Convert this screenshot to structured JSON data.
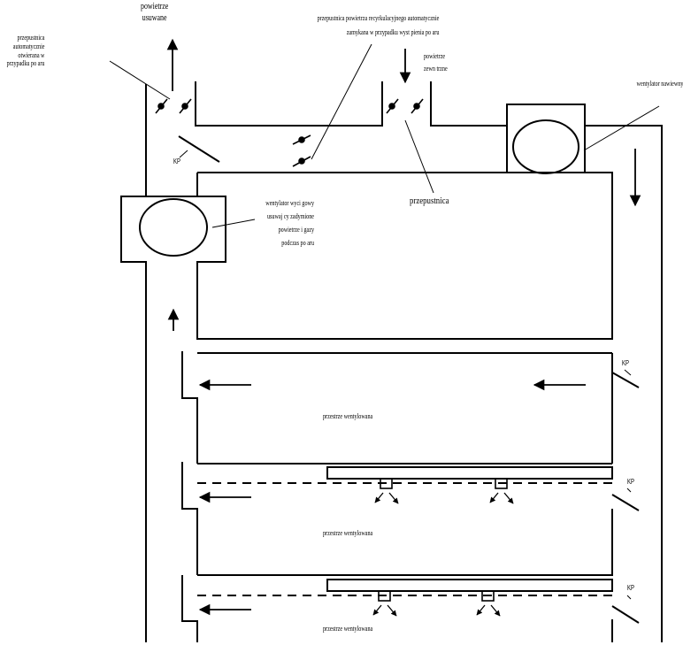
{
  "labels": {
    "exhaust_air": [
      "powietrze",
      "usuwane"
    ],
    "auto_damper_open": [
      "przepustnica",
      "automatycznie",
      "otwierana w",
      "przypadku po aru"
    ],
    "recirc_damper": [
      "przepustnica powietrza recyrkulacyjnego automatycznie",
      "zamykana w przypadku wyst pienia po aru"
    ],
    "outside_air": [
      "powietrze",
      "zewn trzne"
    ],
    "supply_fan": "wentylator nawiewny",
    "exhaust_fan": [
      "wentylator wyci gowy",
      "usuwaj cy zadymione",
      "powietrze i gazy",
      "podczas po aru"
    ],
    "damper": "przepustnica",
    "kp": "KP",
    "ventilated_space": "przestrze  wentylowana"
  },
  "colors": {
    "line": "#000000",
    "background": "#ffffff"
  }
}
